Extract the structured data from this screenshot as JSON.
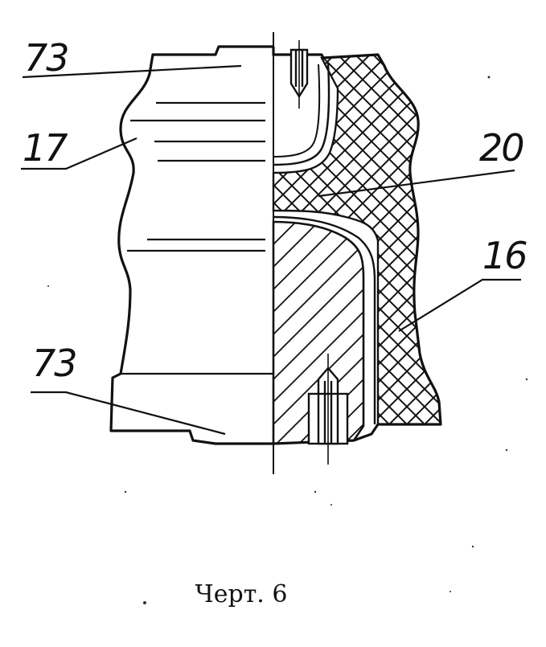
{
  "figure": {
    "labels": {
      "top_left": "73",
      "left_mid": "17",
      "right_upper": "20",
      "right_lower": "16",
      "bottom_left": "73"
    },
    "caption": "Черт. 6"
  }
}
